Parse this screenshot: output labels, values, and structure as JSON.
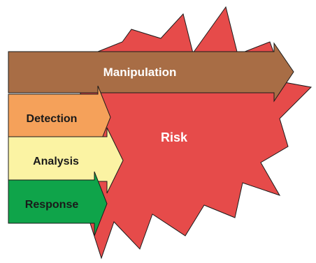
{
  "diagram": {
    "center_label": "Risk",
    "top_arrow": {
      "label": "Manipulation"
    },
    "stages": [
      {
        "label": "Detection"
      },
      {
        "label": "Analysis"
      },
      {
        "label": "Response"
      }
    ]
  },
  "colors": {
    "risk_fill": "#e64b4a",
    "manipulation_fill": "#a86d45",
    "detection_fill": "#f5a15a",
    "analysis_fill": "#fbf3a3",
    "response_fill": "#0fa44a",
    "outline": "#1a1a1a"
  }
}
